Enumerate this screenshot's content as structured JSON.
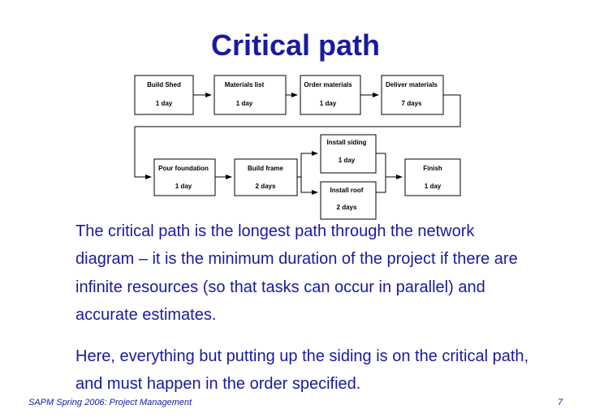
{
  "slide": {
    "title": "Critical path",
    "paragraph1": "The critical path is the longest path through the network diagram – it is the minimum duration of the project if there are infinite resources (so that tasks can occur in parallel) and accurate estimates.",
    "paragraph2": "Here, everything but putting up the siding is on the critical path, and must happen in the order specified.",
    "footer": "SAPM Spring 2006: Project Management",
    "page_number": "7"
  },
  "diagram": {
    "nodes": [
      {
        "id": "build-shed",
        "label": "Build Shed",
        "duration": "1 day"
      },
      {
        "id": "materials-list",
        "label": "Materials list",
        "duration": "1 day"
      },
      {
        "id": "order-materials",
        "label": "Order materials",
        "duration": "1 day"
      },
      {
        "id": "deliver-materials",
        "label": "Deliver materials",
        "duration": "7 days"
      },
      {
        "id": "pour-foundation",
        "label": "Pour foundation",
        "duration": "1 day"
      },
      {
        "id": "build-frame",
        "label": "Build frame",
        "duration": "2 days"
      },
      {
        "id": "install-siding",
        "label": "Install siding",
        "duration": "1 day"
      },
      {
        "id": "install-roof",
        "label": "Install roof",
        "duration": "2 days"
      },
      {
        "id": "finish",
        "label": "Finish",
        "duration": "1 day"
      }
    ],
    "edges": [
      [
        "build-shed",
        "materials-list"
      ],
      [
        "materials-list",
        "order-materials"
      ],
      [
        "order-materials",
        "deliver-materials"
      ],
      [
        "deliver-materials",
        "pour-foundation"
      ],
      [
        "pour-foundation",
        "build-frame"
      ],
      [
        "build-frame",
        "install-siding"
      ],
      [
        "build-frame",
        "install-roof"
      ],
      [
        "install-siding",
        "finish"
      ],
      [
        "install-roof",
        "finish"
      ]
    ]
  }
}
